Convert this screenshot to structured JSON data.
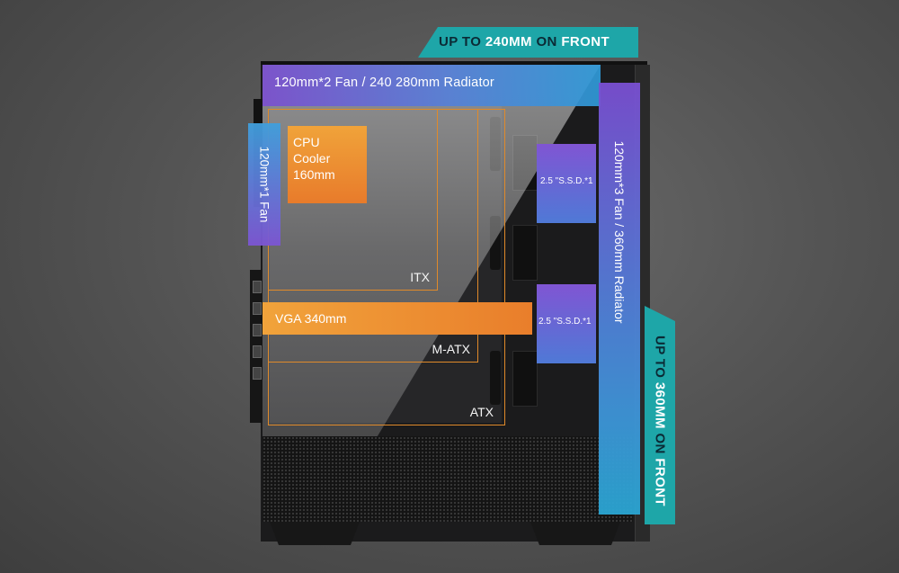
{
  "banners": {
    "top": {
      "up_to": "UP TO ",
      "size": "240MM",
      "on": " ON ",
      "front": "FRONT"
    },
    "side": {
      "up_to": "UP TO ",
      "size": "360MM",
      "on": " ON ",
      "front": "FRONT"
    }
  },
  "bars": {
    "top_radiator": "120mm*2 Fan / 240 280mm Radiator",
    "rear_fan": "120mm*1 Fan",
    "front_radiator": "120mm*3 Fan / 360mm Radiator",
    "cpu_cooler": "CPU\nCooler\n160mm",
    "vga": "VGA 340mm",
    "ssd_top": "2.5 \"S.S.D.*1",
    "ssd_bottom": "2.5 \"S.S.D.*1"
  },
  "form_factors": {
    "itx": "ITX",
    "matx": "M-ATX",
    "atx": "ATX"
  },
  "colors": {
    "banner_teal": "#1ea6a8",
    "orange": "#e97e2b",
    "purple": "#7b4fd0",
    "blue": "#2f9ad8"
  }
}
